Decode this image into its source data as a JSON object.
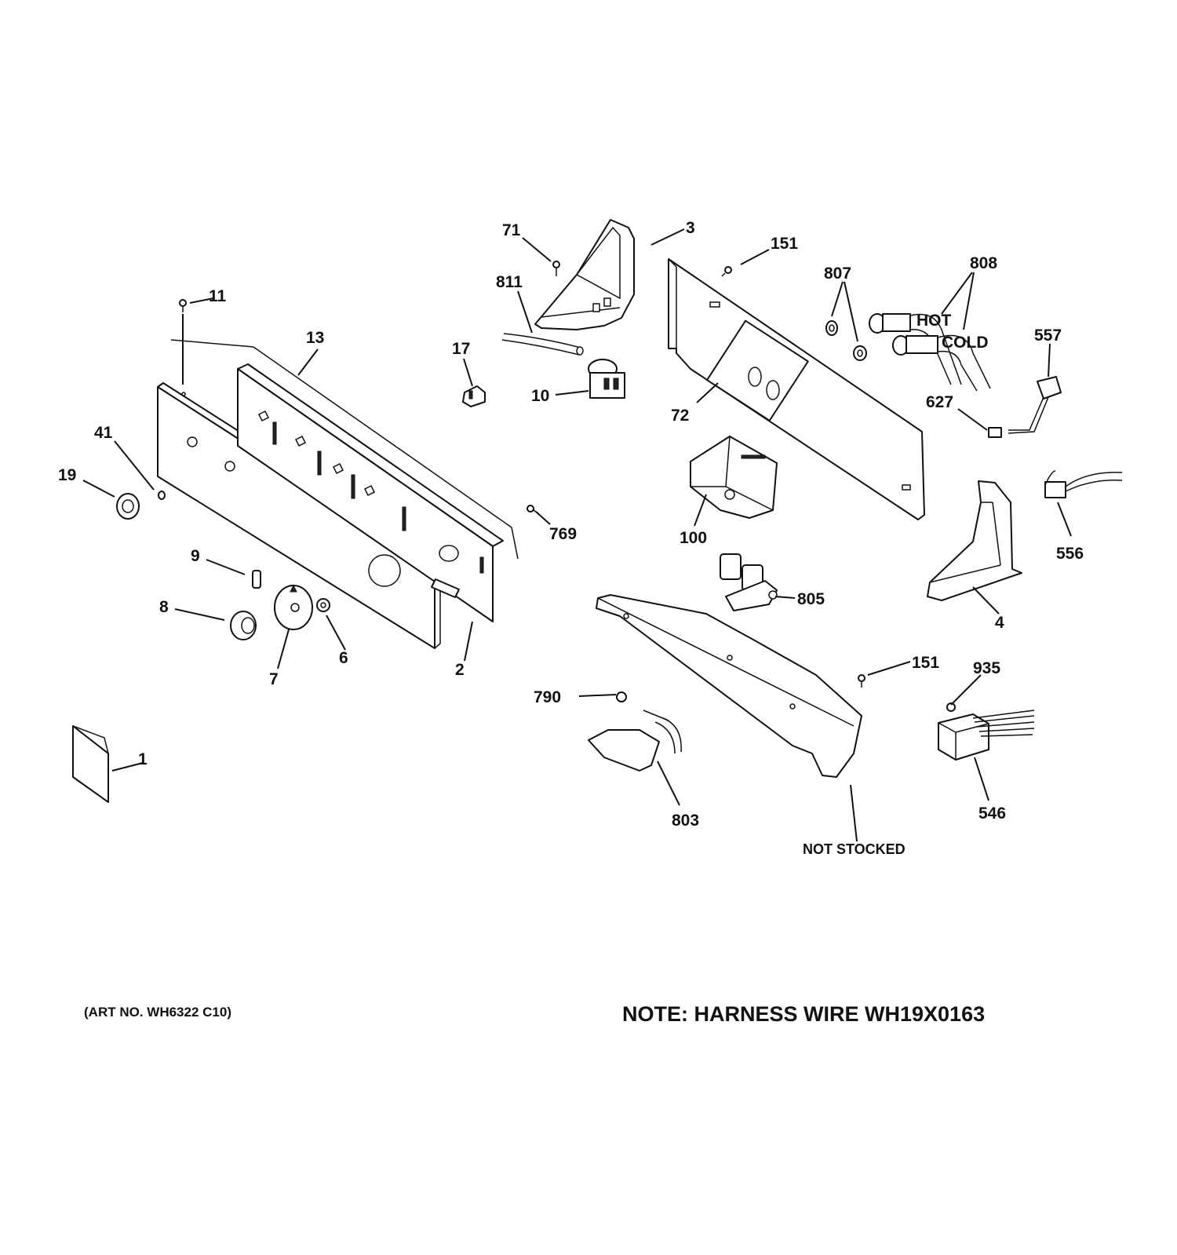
{
  "callouts": [
    {
      "id": "c71",
      "text": "71"
    },
    {
      "id": "c3",
      "text": "3"
    },
    {
      "id": "c151a",
      "text": "151"
    },
    {
      "id": "c807",
      "text": "807"
    },
    {
      "id": "c808",
      "text": "808"
    },
    {
      "id": "c811",
      "text": "811"
    },
    {
      "id": "c11",
      "text": "11"
    },
    {
      "id": "c13",
      "text": "13"
    },
    {
      "id": "c17",
      "text": "17"
    },
    {
      "id": "c10",
      "text": "10"
    },
    {
      "id": "c72",
      "text": "72"
    },
    {
      "id": "c557",
      "text": "557"
    },
    {
      "id": "c627",
      "text": "627"
    },
    {
      "id": "c41",
      "text": "41"
    },
    {
      "id": "c19",
      "text": "19"
    },
    {
      "id": "c769",
      "text": "769"
    },
    {
      "id": "c100",
      "text": "100"
    },
    {
      "id": "c556",
      "text": "556"
    },
    {
      "id": "c9",
      "text": "9"
    },
    {
      "id": "c8",
      "text": "8"
    },
    {
      "id": "c805",
      "text": "805"
    },
    {
      "id": "c4",
      "text": "4"
    },
    {
      "id": "c6",
      "text": "6"
    },
    {
      "id": "c7",
      "text": "7"
    },
    {
      "id": "c2",
      "text": "2"
    },
    {
      "id": "c151b",
      "text": "151"
    },
    {
      "id": "c935",
      "text": "935"
    },
    {
      "id": "c790",
      "text": "790"
    },
    {
      "id": "c1",
      "text": "1"
    },
    {
      "id": "c803",
      "text": "803"
    },
    {
      "id": "c546",
      "text": "546"
    }
  ],
  "not_stocked": "NOT STOCKED",
  "art_number": "(ART NO. WH6322 C10)",
  "harness_note": "NOTE: HARNESS WIRE WH19X0163",
  "hose_labels": {
    "hot": "HOT",
    "cold": "COLD"
  }
}
